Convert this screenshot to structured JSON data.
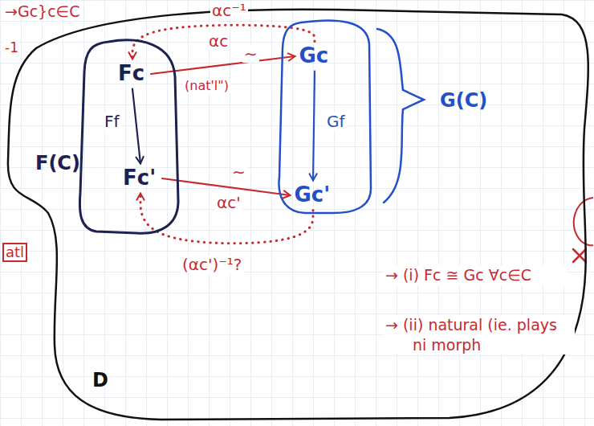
{
  "diagram": {
    "nodes": [
      {
        "text": [
          "D"
        ]
      },
      {
        "text": [
          "F(C)"
        ],
        "in": 0
      },
      {
        "text": [
          "Fc"
        ],
        "in": 1
      },
      {
        "text": [
          "Fc'"
        ],
        "in": 1
      },
      {
        "text": [
          "G(C)"
        ],
        "in": 0
      },
      {
        "text": [
          "Gc"
        ],
        "in": 4
      },
      {
        "text": [
          "Gc'"
        ],
        "in": 4
      }
    ],
    "edges": [
      {
        "from": 2,
        "to": 3,
        "label": "Ff",
        "arrow": "to"
      },
      {
        "from": 5,
        "to": 6,
        "label": "Gf",
        "arrow": "to"
      },
      {
        "from": 2,
        "to": 5,
        "label": "αc",
        "arrow": "to"
      },
      {
        "from": 5,
        "to": 2,
        "label": "αc⁻¹",
        "arrow": "to"
      },
      {
        "from": 3,
        "to": 6,
        "label": "αc'",
        "arrow": "to"
      },
      {
        "from": 6,
        "to": 3,
        "label": "(αc')⁻¹?",
        "arrow": "to"
      }
    ],
    "labels": [
      "→Gc}c∈C",
      "-1",
      "atl",
      "∼",
      "∼",
      "(nat'l\")",
      "→ (i) Fc ≅ Gc ∀c∈C",
      "→ (ii) natural (ie. plays ni morph"
    ]
  }
}
